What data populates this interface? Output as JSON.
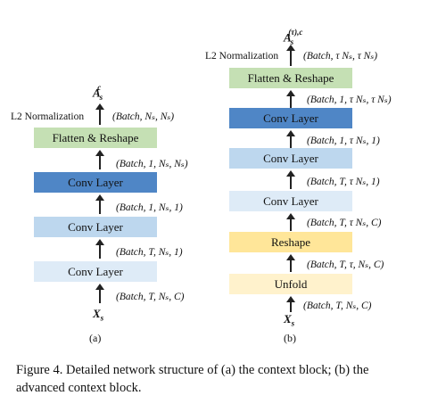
{
  "diagram_a": {
    "output_symbol": "A",
    "output_sub": "s",
    "output_sup": "c",
    "norm_label": "L2 Normalization",
    "out_dims": "(Batch, N",
    "ann_top": "(Batch, Ns, Ns)",
    "layers": [
      {
        "label": "Flatten & Reshape",
        "color": "#c5e0b4"
      },
      {
        "label": "Conv Layer",
        "color": "#4f86c6"
      },
      {
        "label": "Conv Layer",
        "color": "#bdd7ee"
      },
      {
        "label": "Conv Layer",
        "color": "#deebf7"
      }
    ],
    "dims": [
      "(Batch, Nₛ, Nₛ)",
      "(Batch, 1, Nₛ, Nₛ)",
      "(Batch, 1, Nₛ, 1)",
      "(Batch, T, Nₛ, 1)",
      "(Batch, T, Nₛ, C)"
    ],
    "input_symbol": "X",
    "input_sub": "s",
    "panel_label": "(a)"
  },
  "diagram_b": {
    "output_symbol": "A",
    "output_sub": "s",
    "output_sup": "(τ),c",
    "norm_label": "L2 Normalization",
    "layers": [
      {
        "label": "Flatten & Reshape",
        "color": "#c5e0b4"
      },
      {
        "label": "Conv Layer",
        "color": "#4f86c6"
      },
      {
        "label": "Conv Layer",
        "color": "#bdd7ee"
      },
      {
        "label": "Conv Layer",
        "color": "#deebf7"
      },
      {
        "label": "Reshape",
        "color": "#ffe699"
      },
      {
        "label": "Unfold",
        "color": "#fff2cc"
      }
    ],
    "dims": [
      "(Batch, τ Nₛ, τ Nₛ)",
      "(Batch, 1, τ Nₛ, τ Nₛ)",
      "(Batch, 1, τ Nₛ, 1)",
      "(Batch, T, τ Nₛ, 1)",
      "(Batch, T, τ Nₛ, C)",
      "(Batch, T, τ, Nₛ, C)",
      "(Batch, T, Nₛ, C)"
    ],
    "input_symbol": "X",
    "input_sub": "s",
    "panel_label": "(b)"
  },
  "caption": "Figure 4. Detailed network structure of (a) the context block; (b) the advanced context block."
}
